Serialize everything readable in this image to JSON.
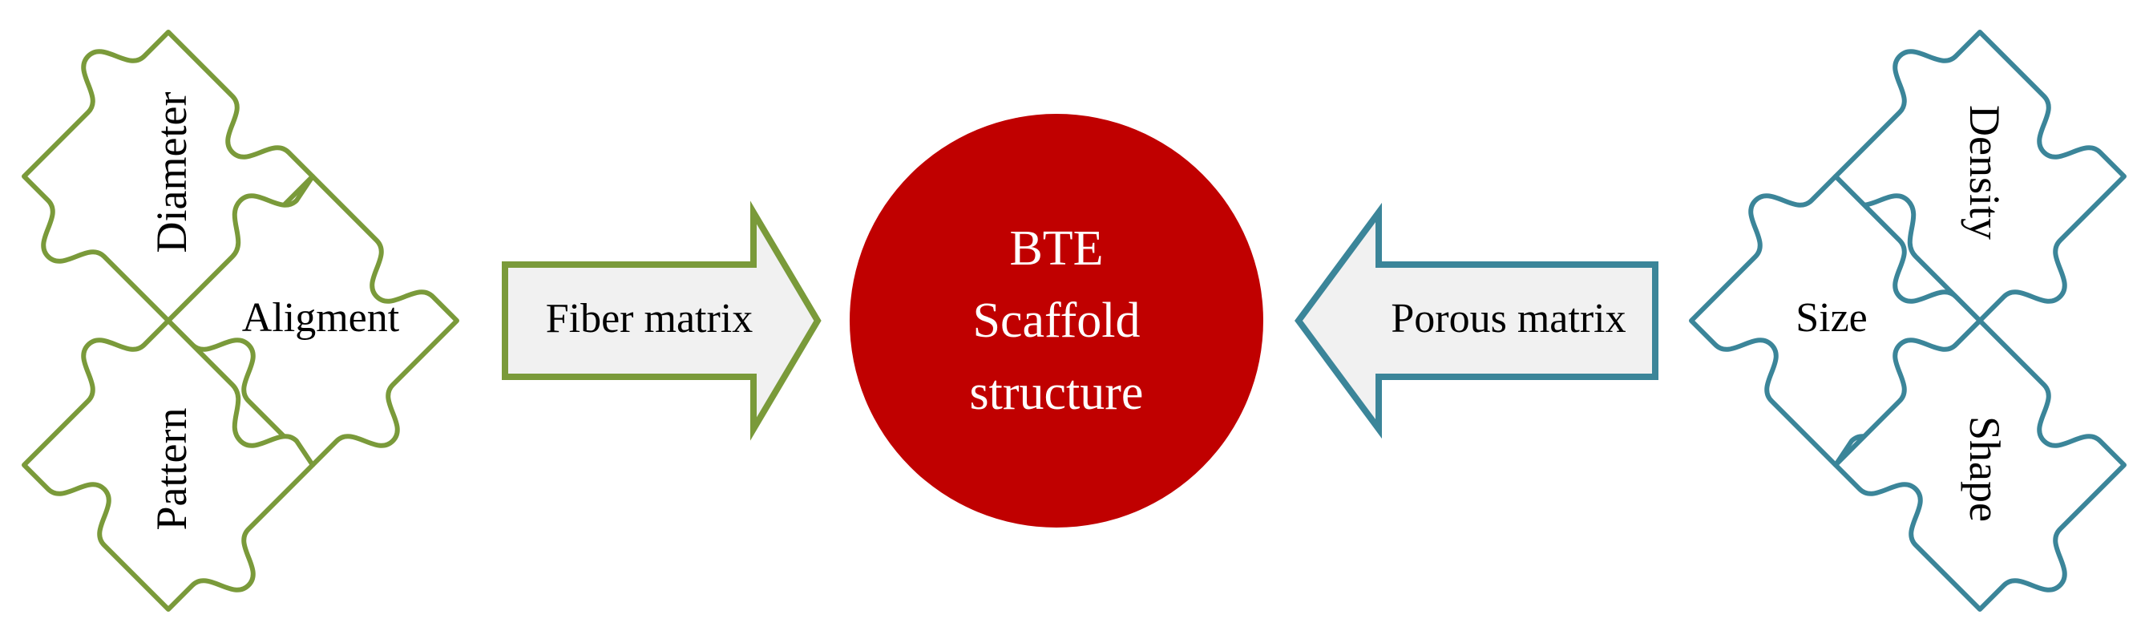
{
  "colors": {
    "left_outline": "#7a9a3a",
    "right_outline": "#3b8599",
    "arrow_fill": "#f1f1f1",
    "circle_fill": "#c00000",
    "circle_text": "#ffffff",
    "text": "#000000",
    "background": "#ffffff"
  },
  "left_group": {
    "pieces": {
      "diameter": "Diameter",
      "alignment": "Aligment",
      "pattern": "Pattern"
    },
    "arrow_label": "Fiber matrix"
  },
  "center": {
    "line1": "BTE",
    "line2": "Scaffold",
    "line3": "structure"
  },
  "right_group": {
    "arrow_label": "Porous matrix",
    "pieces": {
      "density": "Density",
      "size": "Size",
      "shape": "Shape"
    }
  }
}
